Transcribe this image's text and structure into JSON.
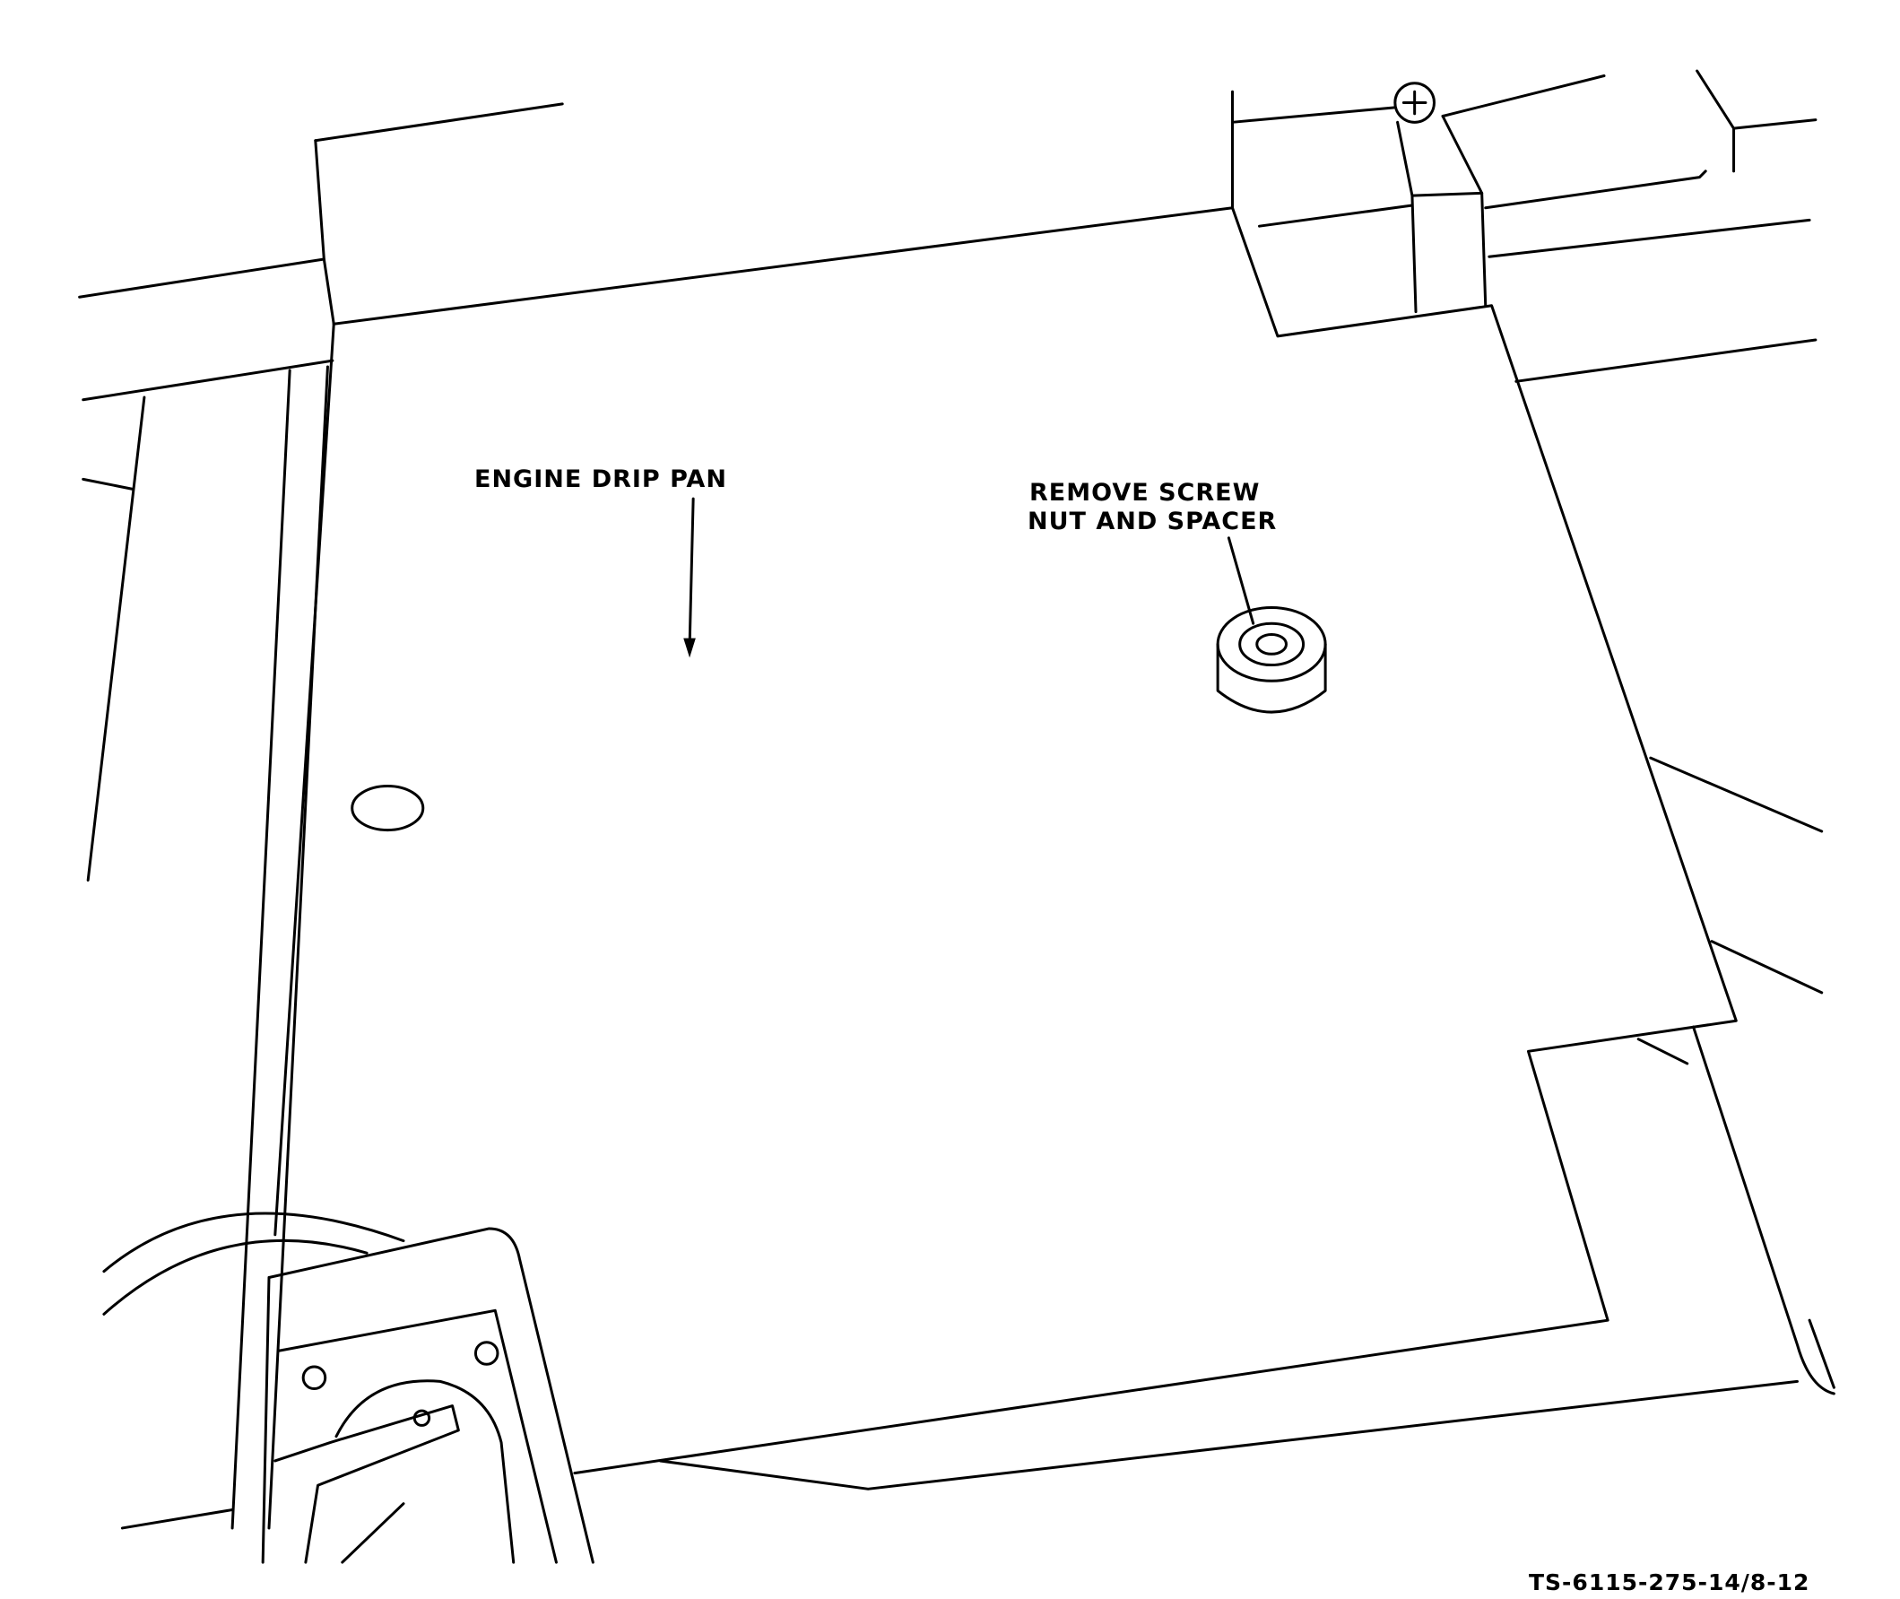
{
  "labels": {
    "drip_pan": "ENGINE DRIP PAN",
    "remove_line1": "REMOVE SCREW",
    "remove_line2": "NUT AND SPACER"
  },
  "figure_id": "TS-6115-275-14/8-12",
  "colors": {
    "ink": "#000000",
    "paper": "#ffffff"
  }
}
